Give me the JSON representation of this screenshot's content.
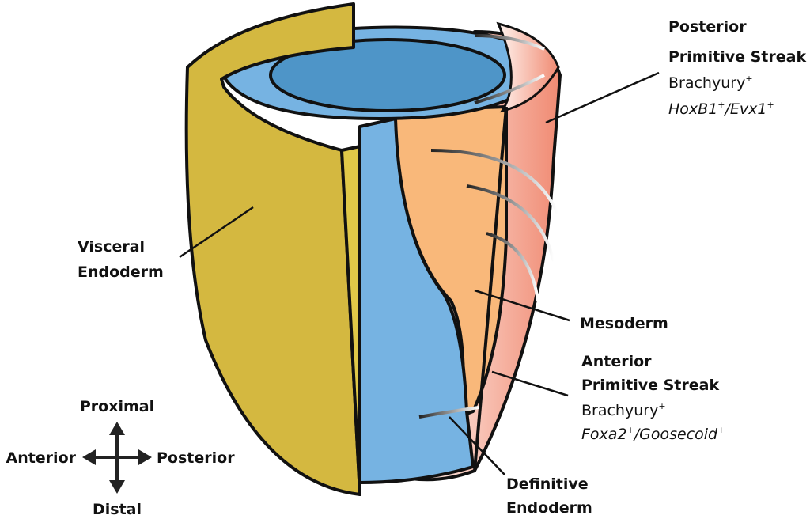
{
  "labels": {
    "posterior_ps": {
      "title1": "Posterior",
      "title2": "Primitive Streak",
      "marker1": "Brachyury",
      "marker2a": "HoxB1",
      "marker2b": "/Evx1",
      "sup": "+"
    },
    "visceral": {
      "line1": "Visceral",
      "line2": "Endoderm"
    },
    "mesoderm": "Mesoderm",
    "anterior_ps": {
      "title1": "Anterior",
      "title2": "Primitive Streak",
      "marker1": "Brachyury",
      "marker2a": "Foxa2",
      "marker2b": "/Goosecoid",
      "sup": "+"
    },
    "definitive": {
      "line1": "Definitive",
      "line2": "Endoderm"
    }
  },
  "axes": {
    "proximal": "Proximal",
    "distal": "Distal",
    "anterior": "Anterior",
    "posterior": "Posterior"
  },
  "colors": {
    "visceral_endoderm": "#d4b840",
    "epiblast": "#76b3e2",
    "cavity": "#4e95c8",
    "mesoderm": "#f9b87a",
    "primitive_streak": "#f28f78"
  }
}
